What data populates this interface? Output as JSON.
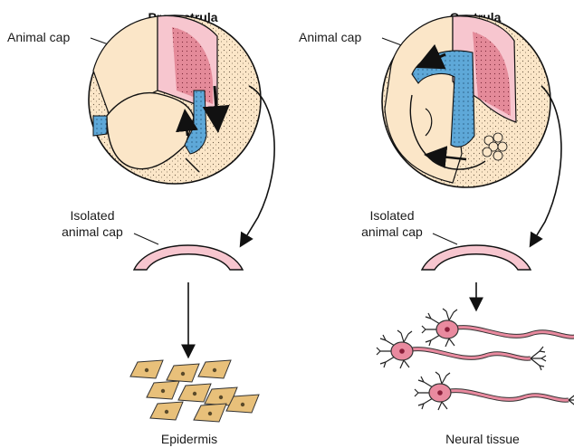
{
  "left_panel": {
    "title": "Pregastrula",
    "animal_cap_label": "Animal cap",
    "isolated_label_line1": "Isolated",
    "isolated_label_line2": "animal cap",
    "result_label": "Epidermis"
  },
  "right_panel": {
    "title": "Gastrula",
    "animal_cap_label": "Animal cap",
    "isolated_label_line1": "Isolated",
    "isolated_label_line2": "animal cap",
    "result_label": "Neural tissue"
  },
  "colors": {
    "embryo_fill": "#fbe6c8",
    "ectoderm_pink": "#f7c6cf",
    "mesoderm_red": "#e48a99",
    "endoderm_blue": "#5ea8d8",
    "cell_fill": "#e8c07a",
    "neuron_fill": "#e98a9f",
    "outline": "#1a1a1a"
  }
}
